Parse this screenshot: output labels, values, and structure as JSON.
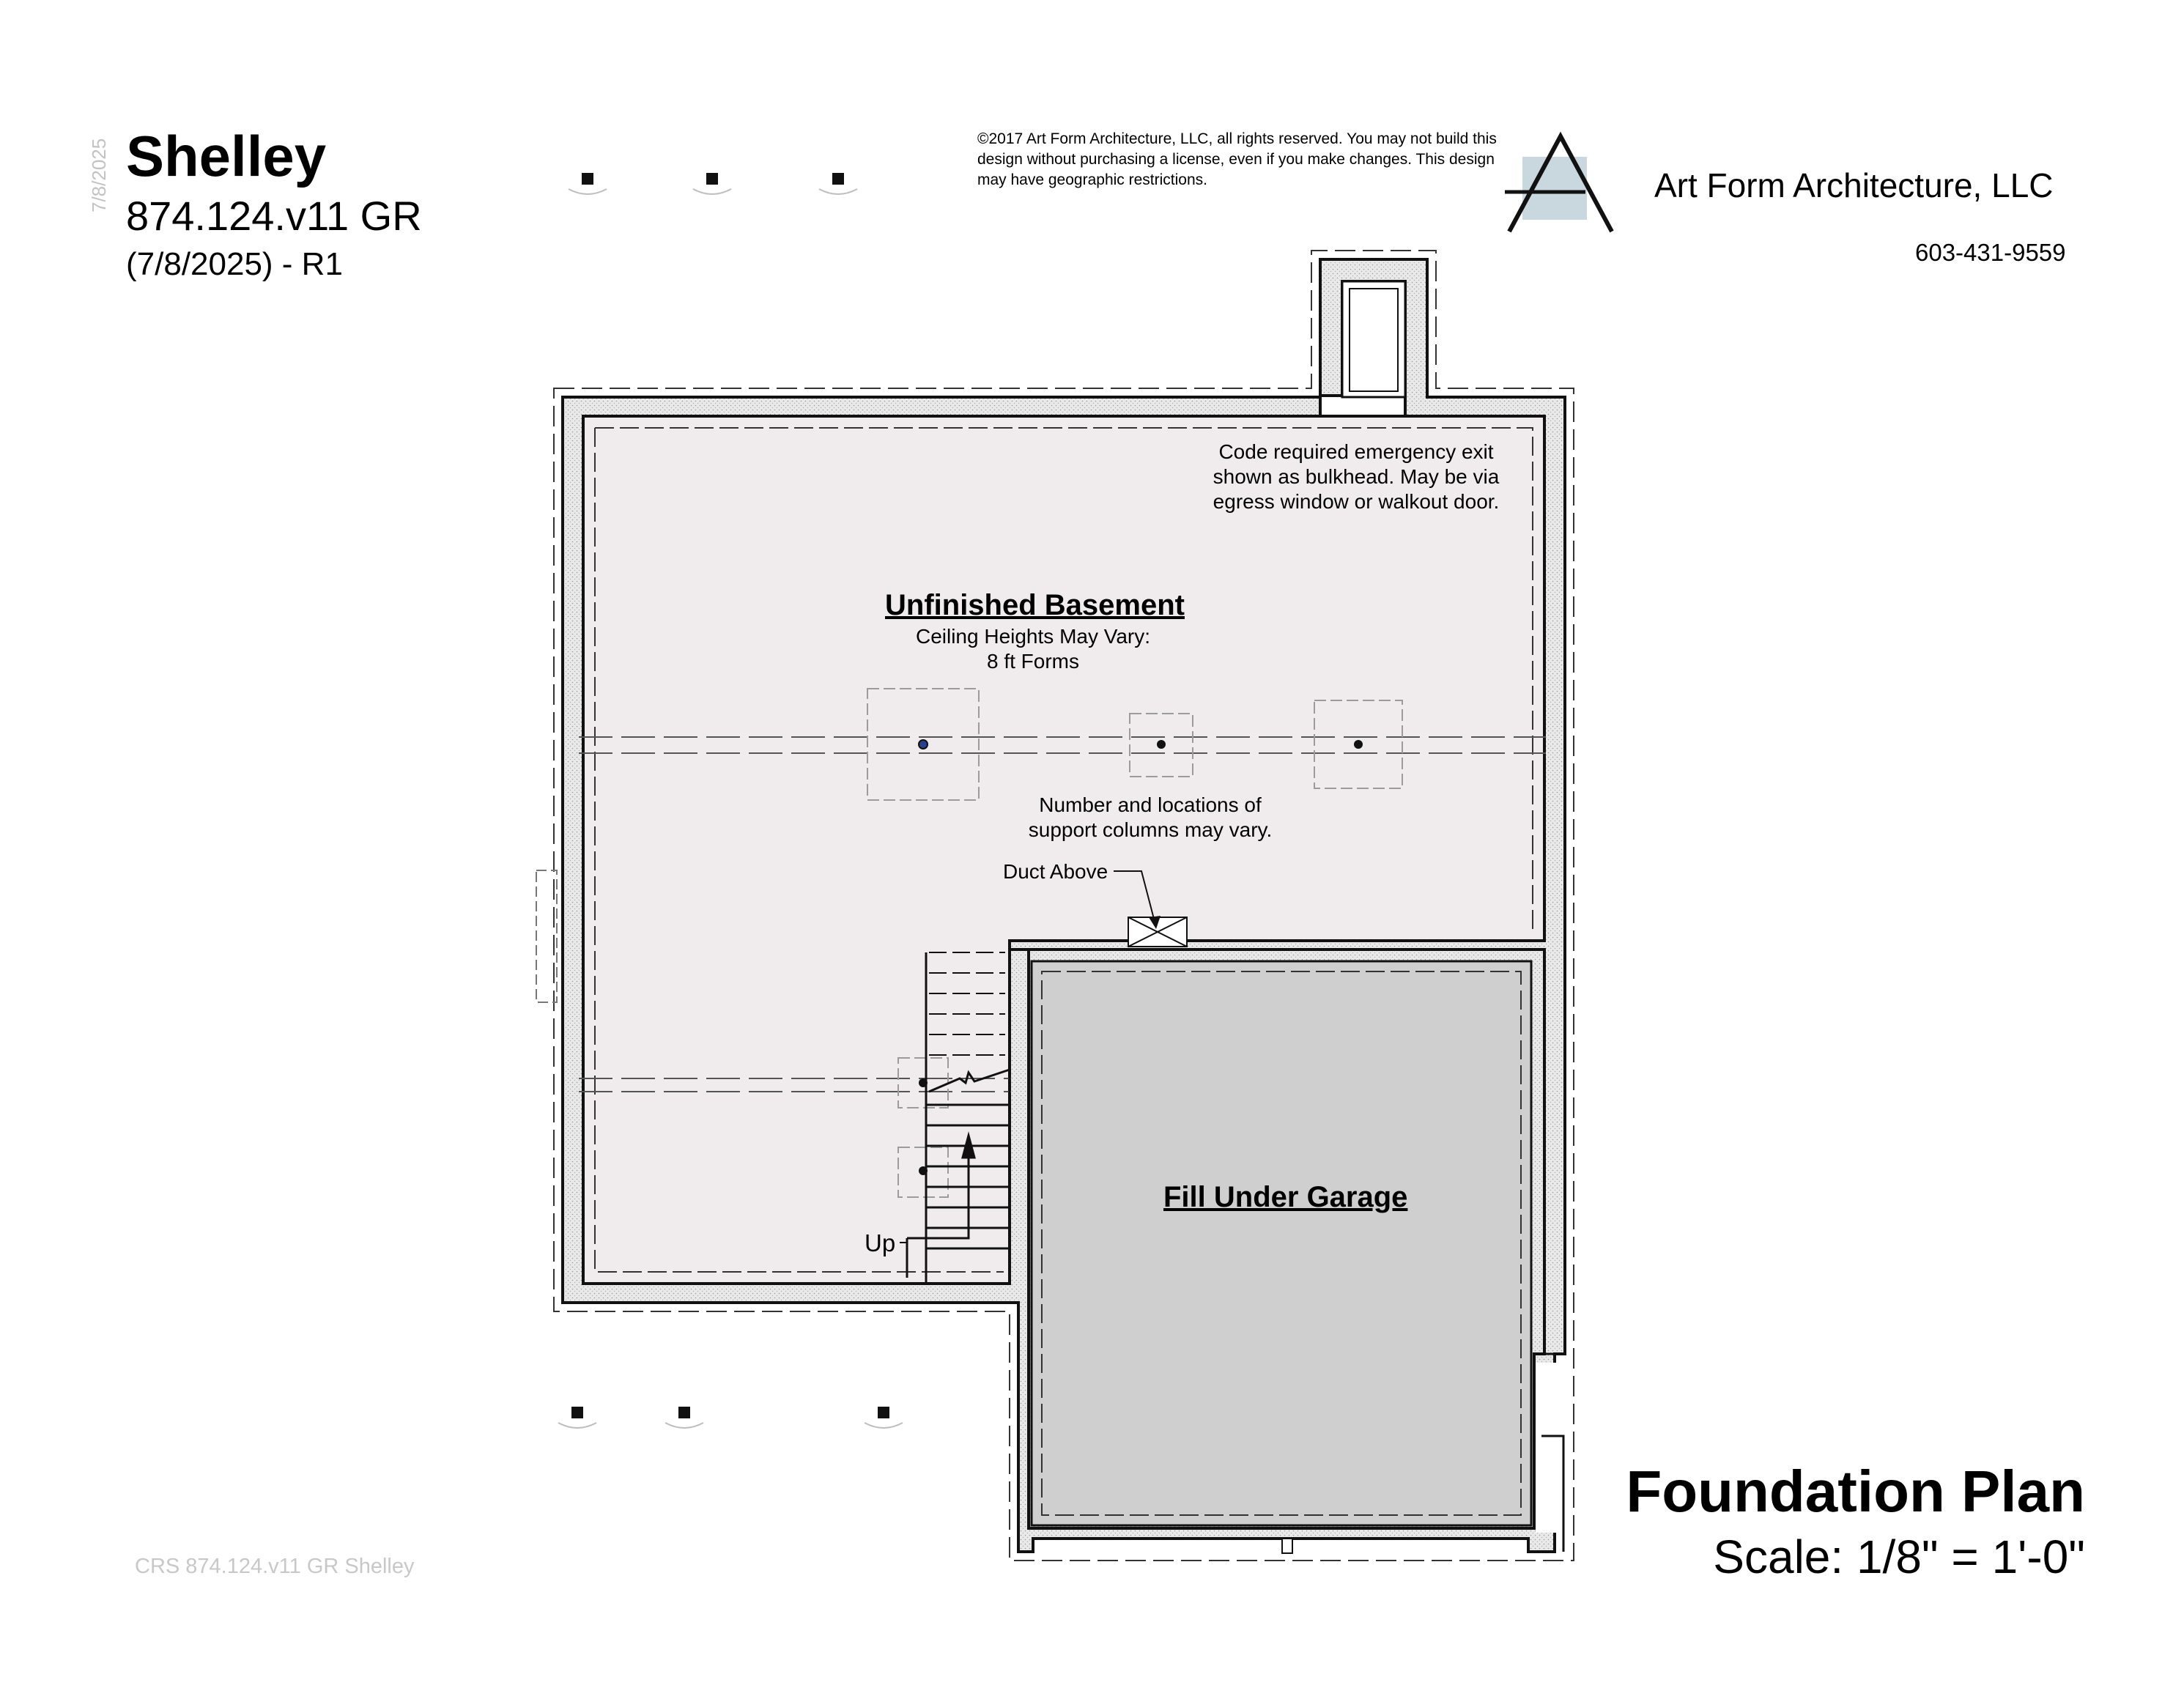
{
  "header": {
    "plan_name": "Shelley",
    "plan_code": "874.124.v11 GR",
    "plan_date": "(7/8/2025) - R1",
    "side_date": "7/8/2025"
  },
  "copyright": "©2017 Art Form Architecture, LLC, all rights reserved. You may not build this design without purchasing a license, even if you make changes. This design may have geographic restrictions.",
  "firm": {
    "name": "Art Form Architecture, LLC",
    "phone": "603-431-9559",
    "logo_icon": "art-form-logo-icon"
  },
  "rooms": {
    "basement_title": "Unfinished Basement",
    "basement_note": "Ceiling Heights May Vary:\n8 ft Forms",
    "garage_title": "Fill Under Garage"
  },
  "notes": {
    "egress": "Code required emergency exit shown as bulkhead. May be via egress window or walkout door.",
    "columns": "Number and locations of support columns may vary.",
    "duct": "Duct Above",
    "stairs": "Up"
  },
  "title_block": {
    "title": "Foundation Plan",
    "scale": "Scale: 1/8\" = 1'-0\""
  },
  "footer": "CRS 874.124.v11 GR Shelley",
  "colors": {
    "basement_fill": "#f0ecee",
    "garage_fill": "#cfcfcf",
    "wall_fill": "#e6e6e6",
    "logo_accent": "#c9d8df"
  }
}
